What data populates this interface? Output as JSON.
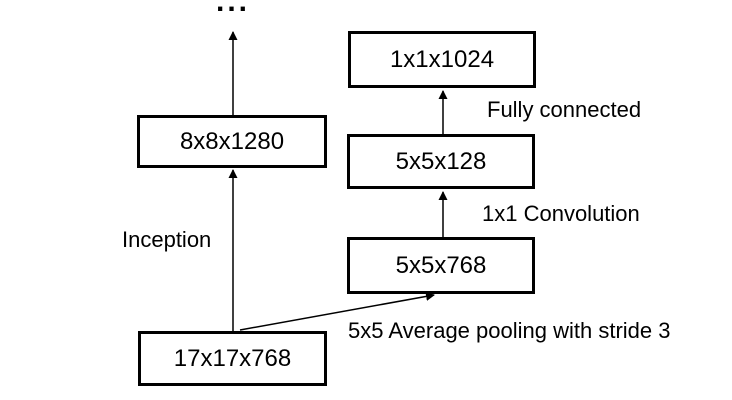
{
  "diagram": {
    "title_hint": "auxiliary classifier architecture",
    "ellipsis": "...",
    "nodes": {
      "n8x8": {
        "label": "8x8x1280"
      },
      "n1x1": {
        "label": "1x1x1024"
      },
      "n5x5_128": {
        "label": "5x5x128"
      },
      "n5x5_768": {
        "label": "5x5x768"
      },
      "n17x17": {
        "label": "17x17x768"
      }
    },
    "edge_labels": {
      "inception": "Inception",
      "fully_connected": "Fully connected",
      "conv_1x1": "1x1 Convolution",
      "avg_pool": "5x5 Average pooling with stride 3"
    },
    "colors": {
      "stroke": "#000000",
      "background": "#ffffff"
    }
  }
}
